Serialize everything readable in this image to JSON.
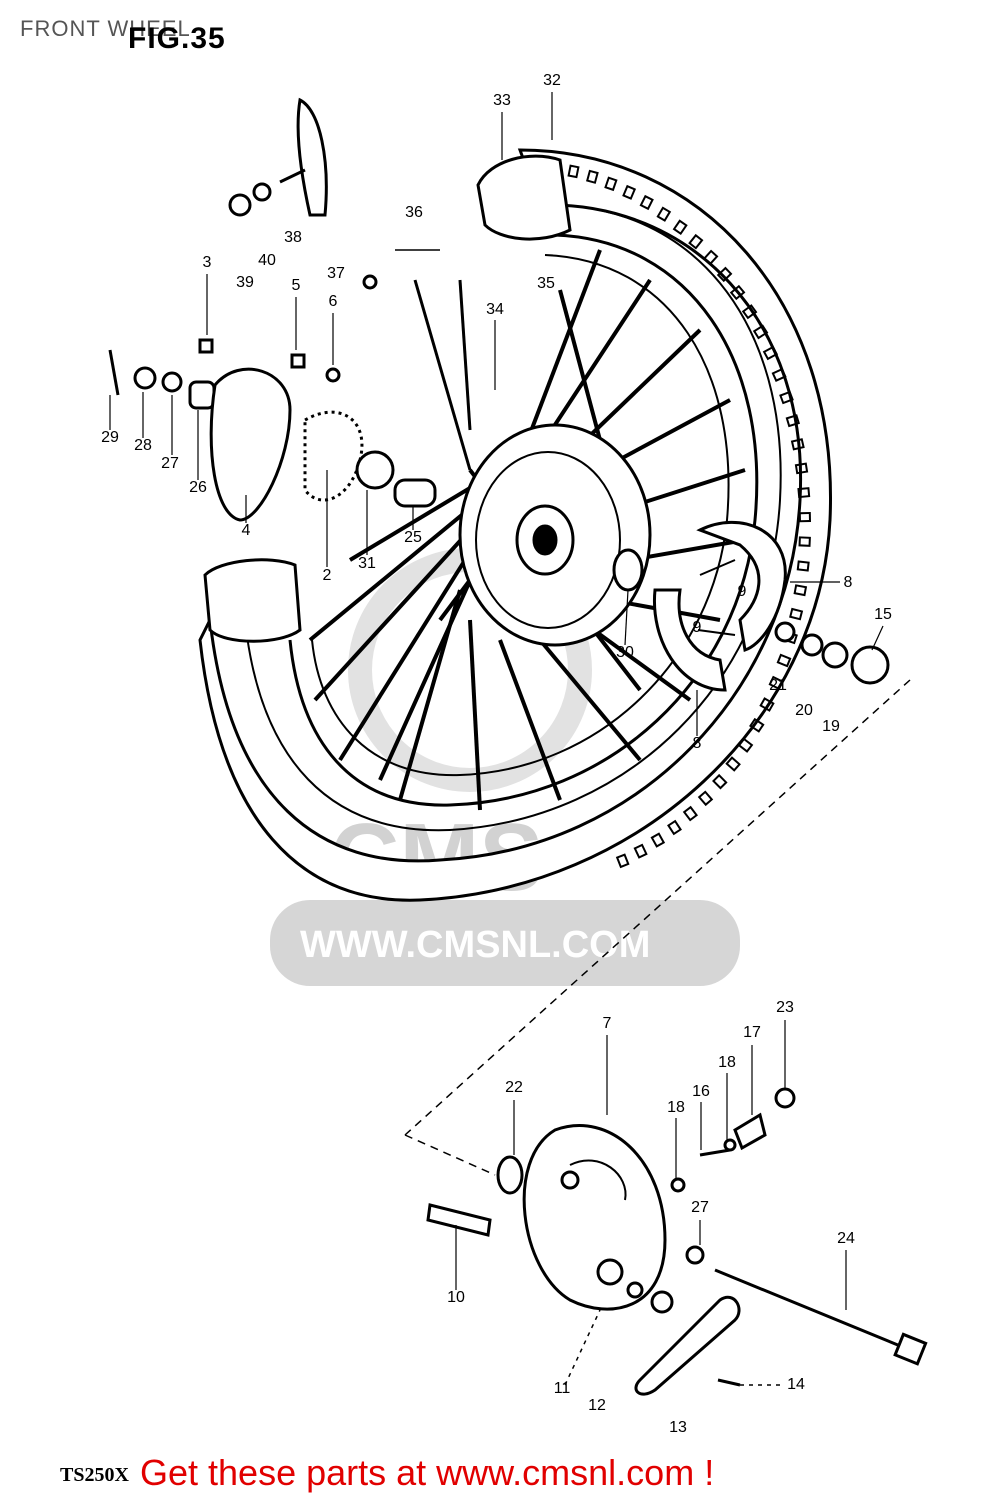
{
  "page": {
    "title": "FRONT WHEEL",
    "figure": "FIG.35",
    "model": "TS250X"
  },
  "watermark": {
    "brand": "CMS",
    "url": "WWW.CMSNL.COM",
    "color": "#d6d6d6"
  },
  "cta": {
    "text": "Get these parts at www.cmsnl.com !",
    "color": "#e10000"
  },
  "callouts": [
    "32",
    "33",
    "38",
    "39",
    "40",
    "36",
    "3",
    "37",
    "34",
    "35",
    "5",
    "6",
    "29",
    "28",
    "27",
    "26",
    "4",
    "2",
    "31",
    "25",
    "8",
    "15",
    "9",
    "9",
    "30",
    "21",
    "20",
    "19",
    "8",
    "7",
    "22",
    "23",
    "17",
    "18",
    "16",
    "18",
    "27",
    "24",
    "10",
    "11",
    "12",
    "13",
    "14"
  ]
}
